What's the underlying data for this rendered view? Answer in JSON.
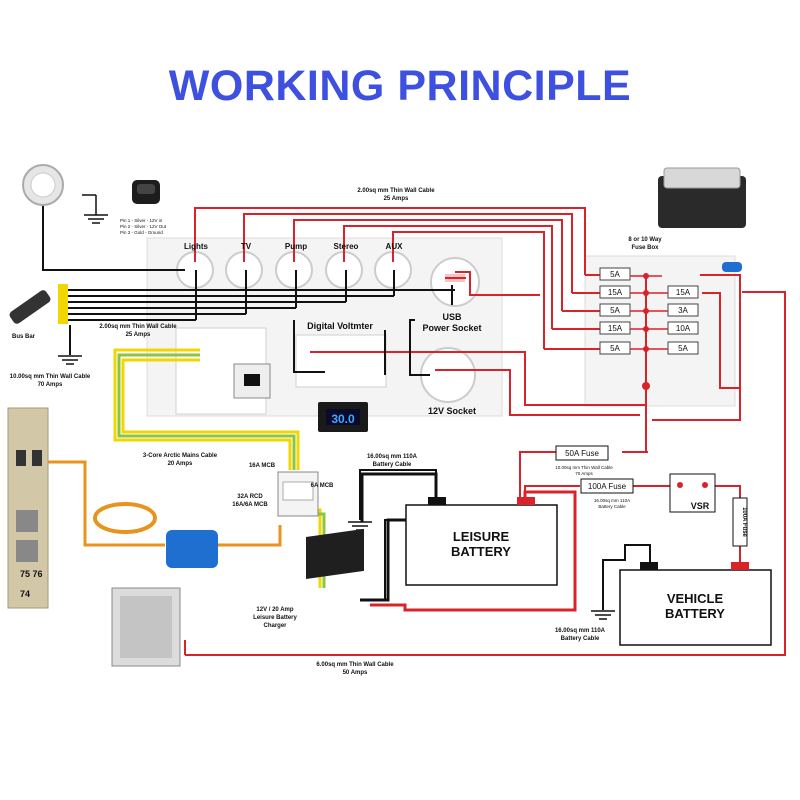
{
  "title": "WORKING PRINCIPLE",
  "colors": {
    "title": "#3d50e0",
    "red_wire": "#d8232a",
    "black_wire": "#111111",
    "mains_green": "#8cc63f",
    "mains_yellow": "#f2d600",
    "orange_wire": "#e8931e"
  },
  "labels": {
    "switch_pins": [
      "Pin 1 - Silver - 12V in",
      "Pin 2 - Silver - 12V Out",
      "Pin 3 - Gold - Ground"
    ],
    "top_cable": [
      "2.00sq mm Thin Wall Cable",
      "25 Amps"
    ],
    "circuits": [
      "Lights",
      "TV",
      "Pump",
      "Stereo",
      "AUX"
    ],
    "fuse_box": [
      "8 or 10 Way",
      "Fuse Box"
    ],
    "bus_bar": "Bus Bar",
    "bus_cable": [
      "2.00sq mm Thin Wall Cable",
      "25 Amps"
    ],
    "ground_cable": [
      "10.00sq mm Thin Wall Cable",
      "70 Amps"
    ],
    "usb": [
      "USB",
      "Power Socket"
    ],
    "voltmeter": "Digital Voltmter",
    "voltmeter_reading": "30.0",
    "socket_12v": "12V Socket",
    "arctic_cable": [
      "3-Core Arctic Mains Cable",
      "20 Amps"
    ],
    "mcb16": "16A MCB",
    "mcb6": "6A MCB",
    "rcd": [
      "32A RCD",
      "16A/6A MCB"
    ],
    "leisure_cable": [
      "16.00sq mm 110A",
      "Battery Cable"
    ],
    "fuse50": "50A Fuse",
    "fuse50_cable": [
      "10.00sq mm Thin Wall Cable",
      "70 Amps"
    ],
    "fuse100": "100A Fuse",
    "fuse100_cable": [
      "16.00sq mm 110A",
      "Battery Cable"
    ],
    "vsr": "VSR",
    "fuse100_vertical": "100A Fuse",
    "leisure_battery": [
      "LEISURE",
      "BATTERY"
    ],
    "vehicle_battery": [
      "VEHICLE",
      "BATTERY"
    ],
    "charger": [
      "12V / 20 Amp",
      "Leisure Battery",
      "Charger"
    ],
    "vehicle_cable": [
      "16.00sq mm 110A",
      "Battery Cable"
    ],
    "bottom_cable": [
      "6.00sq mm Thin Wall Cable",
      "50 Amps"
    ],
    "hookup_numbers": [
      "75 76",
      "74"
    ]
  },
  "fuses_left": [
    "5A",
    "15A",
    "5A",
    "15A",
    "5A"
  ],
  "fuses_right": [
    "",
    "15A",
    "3A",
    "10A",
    "5A"
  ]
}
